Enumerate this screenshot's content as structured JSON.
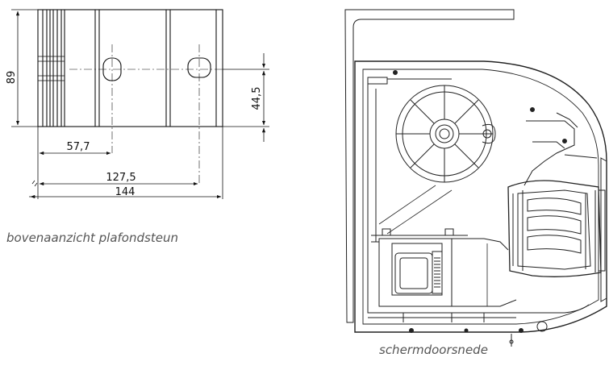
{
  "bracket_view": {
    "caption": "bovenaanzicht plafondsteun",
    "dimensions": {
      "height": "89",
      "half_height": "44,5",
      "hole_offset": "57,7",
      "hole_spacing": "127,5",
      "total_width": "144"
    }
  },
  "section_view": {
    "caption": "schermdoorsnede"
  }
}
